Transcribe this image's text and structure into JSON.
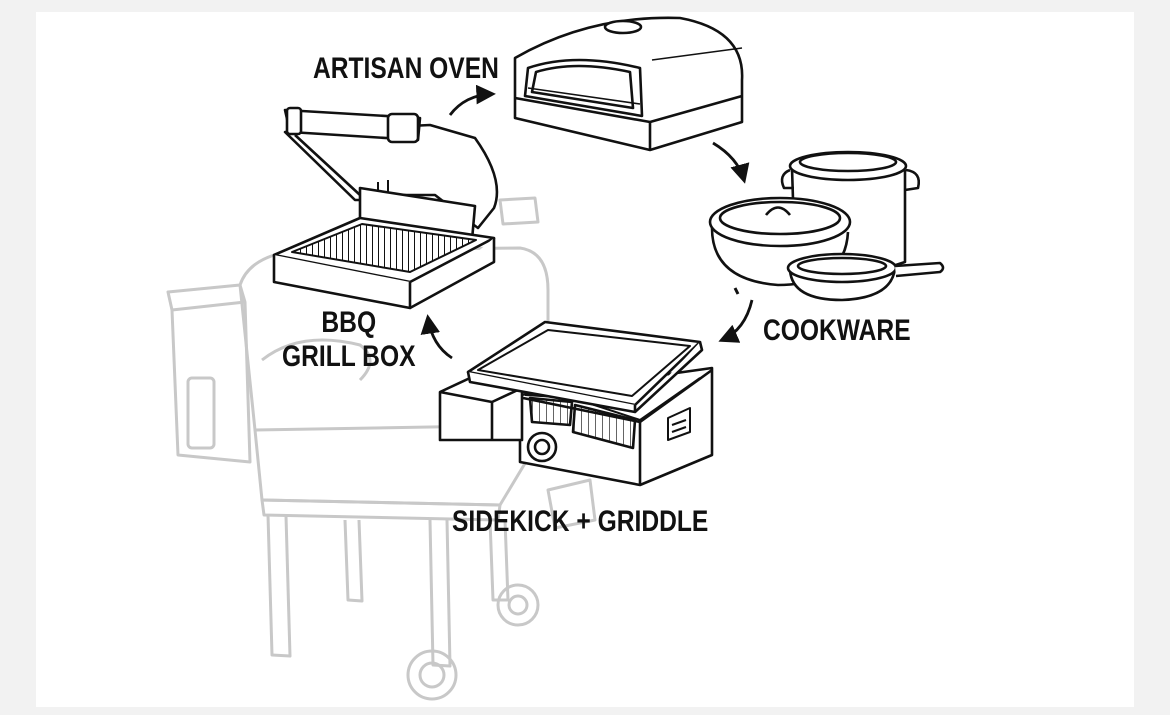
{
  "labels": {
    "artisan_oven": "ARTISAN OVEN",
    "cookware": "COOKWARE",
    "sidekick_griddle": "SIDEKICK + GRIDDLE",
    "bbq_line1": "BBQ",
    "bbq_line2": "GRILL BOX"
  },
  "colors": {
    "ink": "#111111",
    "faded_ink": "#c8c8c8",
    "page_background": "#f2f2f2",
    "panel_background": "#ffffff"
  }
}
